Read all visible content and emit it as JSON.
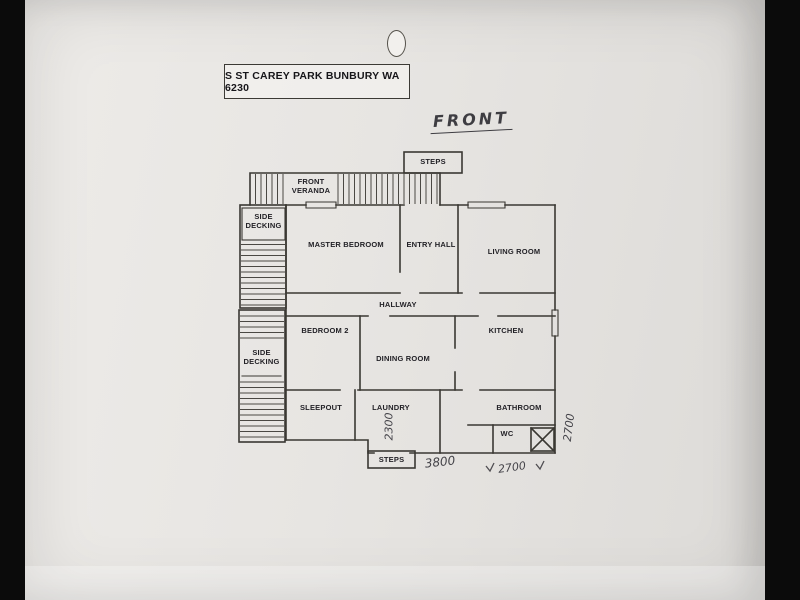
{
  "page": {
    "colors": {
      "background": "#0b0b0b",
      "paper": "#e7e5e2",
      "ink_line": "#3a3833",
      "handwriting": "#45444a"
    }
  },
  "document": {
    "address_label": "S ST CAREY PARK BUNBURY WA 6230",
    "front_annotation": "FRONT"
  },
  "floorplan": {
    "steps_top_label": "STEPS",
    "steps_bottom_label": "STEPS",
    "rooms": {
      "front_veranda": "FRONT VERANDA",
      "side_decking_upper": "SIDE DECKING",
      "side_decking_lower": "SIDE DECKING",
      "master_bedroom": "MASTER BEDROOM",
      "entry_hall": "ENTRY HALL",
      "living_room": "LIVING ROOM",
      "hallway": "HALLWAY",
      "bedroom_2": "BEDROOM 2",
      "kitchen": "KITCHEN",
      "dining_room": "DINING ROOM",
      "sleepout": "SLEEPOUT",
      "laundry": "LAUNDRY",
      "bathroom": "BATHROOM",
      "wc": "WC"
    },
    "measurements": {
      "laundry_vertical": "2300",
      "bottom_left": "3800",
      "bottom_right": "2700",
      "right_side": "2700"
    }
  }
}
